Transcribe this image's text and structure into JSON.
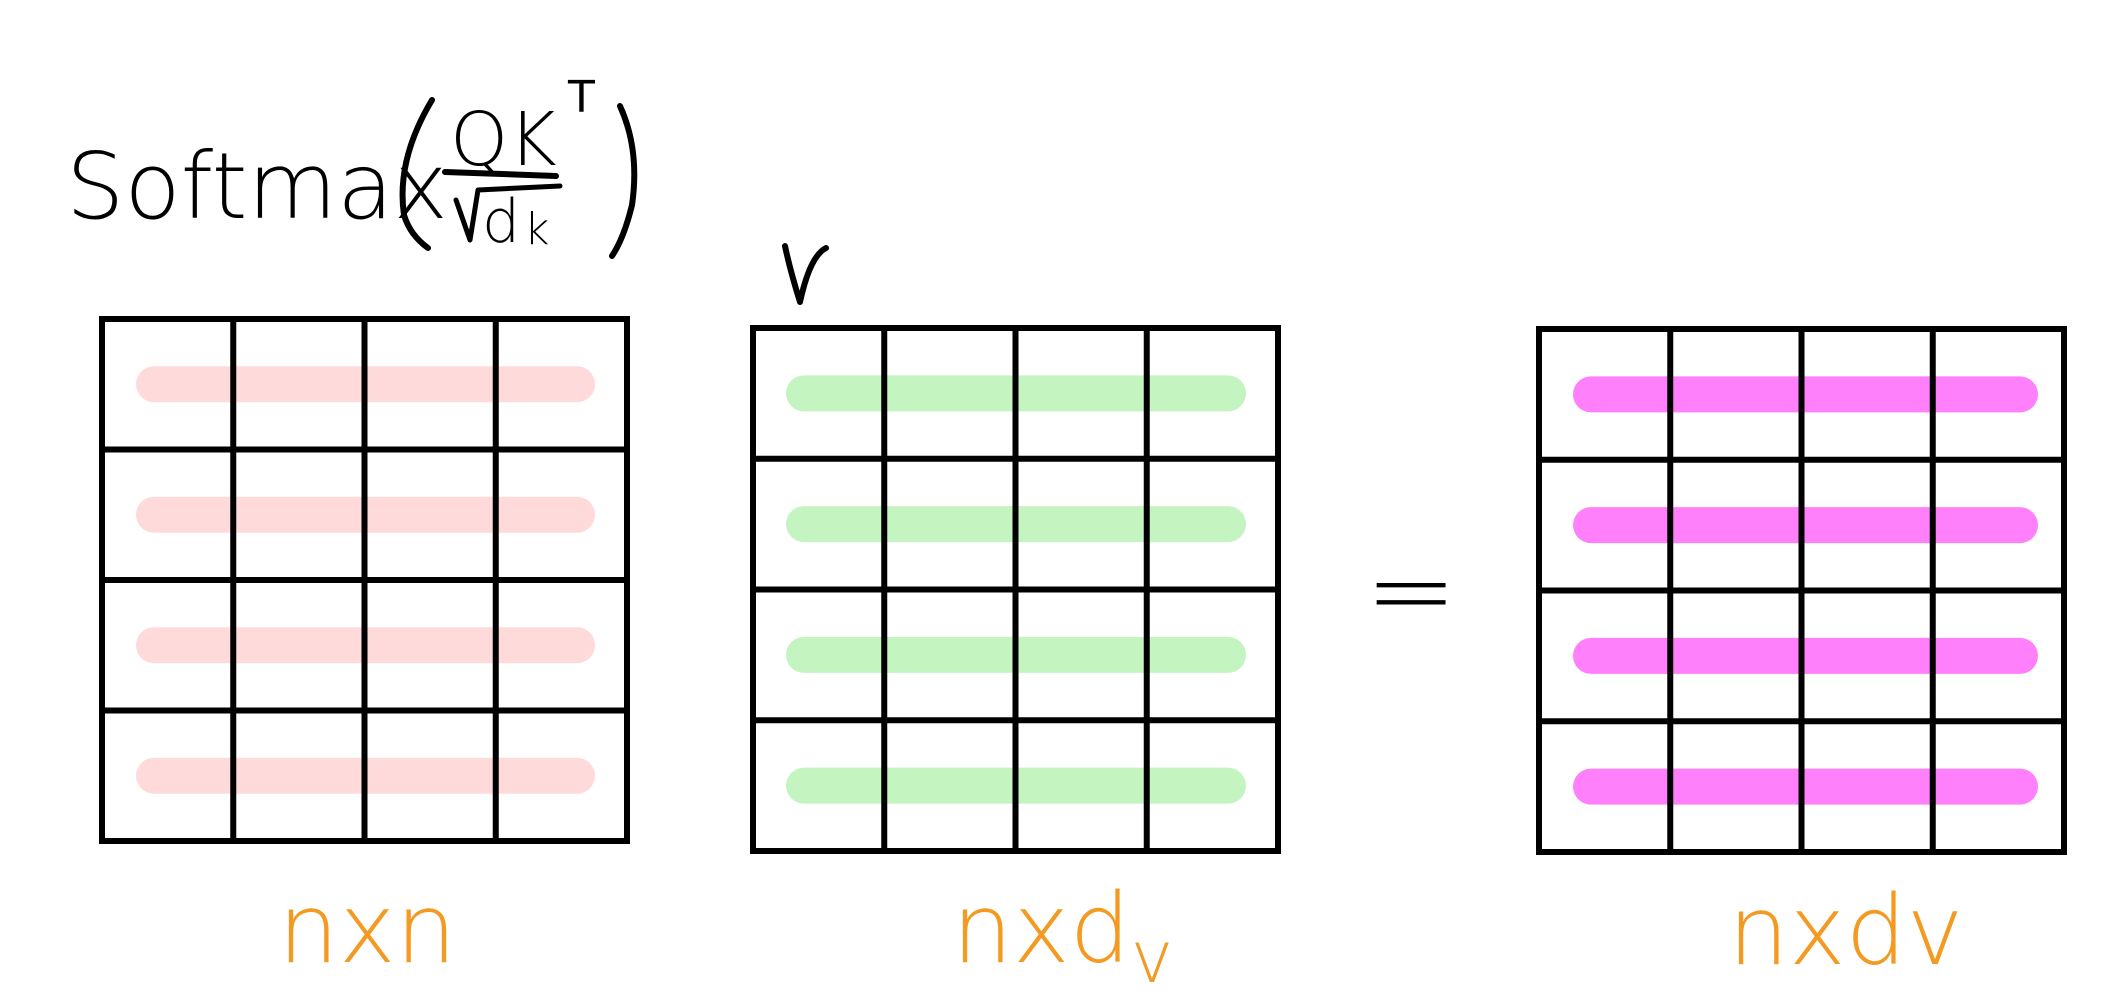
{
  "formula": {
    "fn": "Softmax",
    "numerator": "QK",
    "superscript": "T",
    "denominator_var": "d",
    "denominator_sub": "k"
  },
  "matrices": [
    {
      "id": "attention",
      "rows": 4,
      "cols": 4,
      "highlight_color": "#FFDADA",
      "dim_label": "nxn",
      "name_label": ""
    },
    {
      "id": "values",
      "rows": 4,
      "cols": 4,
      "highlight_color": "#C4F4C0",
      "dim_label": "nxd",
      "dim_sub": "v",
      "name_label": "V"
    },
    {
      "id": "output",
      "rows": 4,
      "cols": 4,
      "highlight_color": "#FF80FA",
      "dim_label": "nxdv",
      "name_label": ""
    }
  ],
  "operator": "=",
  "colors": {
    "ink": "#000000",
    "label": "#F39A22"
  }
}
